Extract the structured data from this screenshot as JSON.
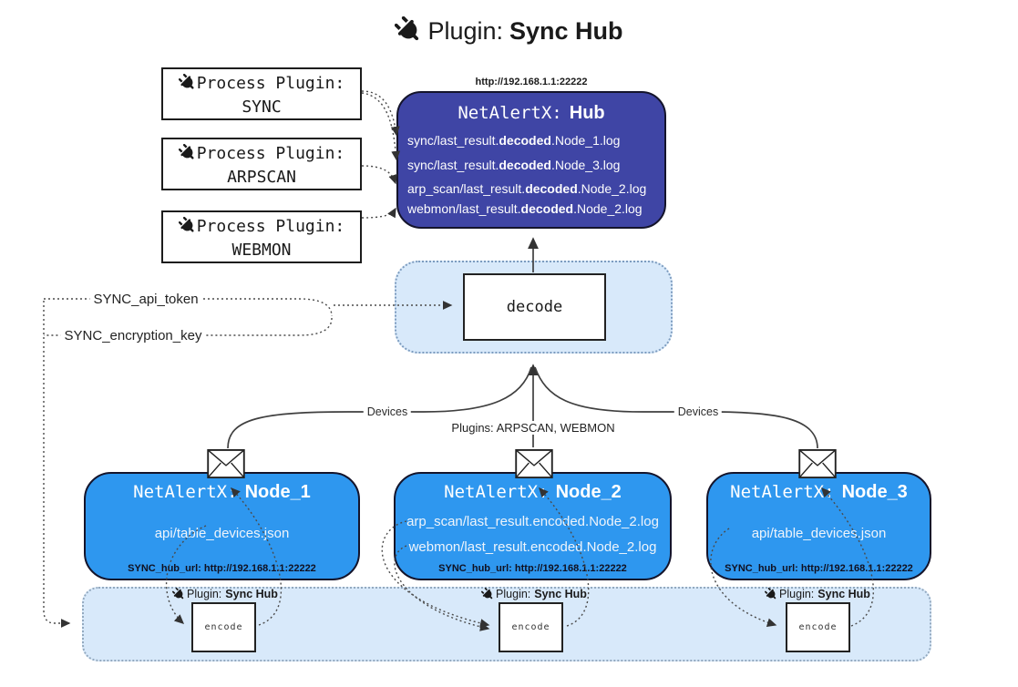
{
  "title": {
    "prefix": "Plugin:",
    "name": "Sync Hub"
  },
  "process_plugins": [
    {
      "label": "Process Plugin:",
      "name": "SYNC"
    },
    {
      "label": "Process Plugin:",
      "name": "ARPSCAN"
    },
    {
      "label": "Process Plugin:",
      "name": "WEBMON"
    }
  ],
  "hub": {
    "url": "http://192.168.1.1:22222",
    "title_prefix": "NetAlertX:",
    "title_name": "Hub",
    "files": [
      {
        "pre": "sync/last_result.",
        "bold": "decoded",
        "post": ".Node_1.log"
      },
      {
        "pre": "sync/last_result.",
        "bold": "decoded",
        "post": ".Node_3.log"
      },
      {
        "pre": "arp_scan/last_result.",
        "bold": "decoded",
        "post": ".Node_2.log"
      },
      {
        "pre": "webmon/last_result.",
        "bold": "decoded",
        "post": ".Node_2.log"
      }
    ]
  },
  "decode_panel": {
    "label": "decode"
  },
  "secrets": {
    "api_token": "SYNC_api_token",
    "encryption_key": "SYNC_encryption_key"
  },
  "edge_labels": {
    "devices_left": "Devices",
    "plugins_middle": "Plugins: ARPSCAN, WEBMON",
    "devices_right": "Devices"
  },
  "nodes": [
    {
      "title_prefix": "NetAlertX:",
      "title_name": "Node_1",
      "files": [
        "api/table_devices.json"
      ],
      "hub_url": "SYNC_hub_url: http://192.168.1.1:22222"
    },
    {
      "title_prefix": "NetAlertX:",
      "title_name": "Node_2",
      "files": [
        "arp_scan/last_result.encoded.Node_2.log",
        "webmon/last_result.encoded.Node_2.log"
      ],
      "hub_url": "SYNC_hub_url: http://192.168.1.1:22222"
    },
    {
      "title_prefix": "NetAlertX:",
      "title_name": "Node_3",
      "files": [
        "api/table_devices.json"
      ],
      "hub_url": "SYNC_hub_url: http://192.168.1.1:22222"
    }
  ],
  "encode_panel": {
    "plugin_prefix": "Plugin:",
    "plugin_name": "Sync Hub",
    "encode_label": "encode"
  },
  "colors": {
    "hub_fill": "#3f45a5",
    "node_fill": "#2e97ef",
    "panel_fill": "#d8e9fa",
    "line": "#3f3f3f"
  }
}
